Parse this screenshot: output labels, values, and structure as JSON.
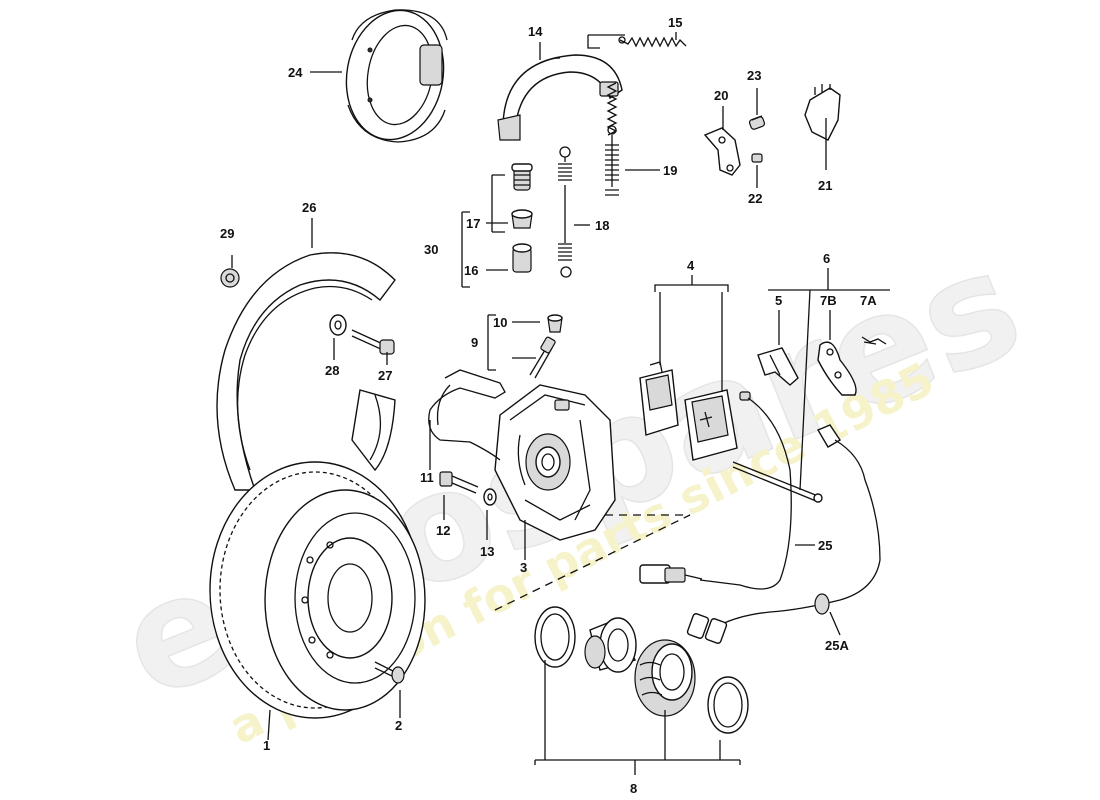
{
  "watermark": {
    "brand": "eurospares",
    "tagline": "a passion for parts since 1985"
  },
  "callouts": [
    {
      "id": "c1",
      "label": "1"
    },
    {
      "id": "c2",
      "label": "2"
    },
    {
      "id": "c3",
      "label": "3"
    },
    {
      "id": "c4",
      "label": "4"
    },
    {
      "id": "c5",
      "label": "5"
    },
    {
      "id": "c6",
      "label": "6"
    },
    {
      "id": "c7A",
      "label": "7A"
    },
    {
      "id": "c7B",
      "label": "7B"
    },
    {
      "id": "c8",
      "label": "8"
    },
    {
      "id": "c9",
      "label": "9"
    },
    {
      "id": "c10",
      "label": "10"
    },
    {
      "id": "c11",
      "label": "11"
    },
    {
      "id": "c12",
      "label": "12"
    },
    {
      "id": "c13",
      "label": "13"
    },
    {
      "id": "c14",
      "label": "14"
    },
    {
      "id": "c15",
      "label": "15"
    },
    {
      "id": "c16",
      "label": "16"
    },
    {
      "id": "c17",
      "label": "17"
    },
    {
      "id": "c18",
      "label": "18"
    },
    {
      "id": "c19",
      "label": "19"
    },
    {
      "id": "c20",
      "label": "20"
    },
    {
      "id": "c21",
      "label": "21"
    },
    {
      "id": "c22",
      "label": "22"
    },
    {
      "id": "c23",
      "label": "23"
    },
    {
      "id": "c24",
      "label": "24"
    },
    {
      "id": "c25",
      "label": "25"
    },
    {
      "id": "c25A",
      "label": "25A"
    },
    {
      "id": "c26",
      "label": "26"
    },
    {
      "id": "c27",
      "label": "27"
    },
    {
      "id": "c28",
      "label": "28"
    },
    {
      "id": "c29",
      "label": "29"
    },
    {
      "id": "c30",
      "label": "30"
    }
  ]
}
